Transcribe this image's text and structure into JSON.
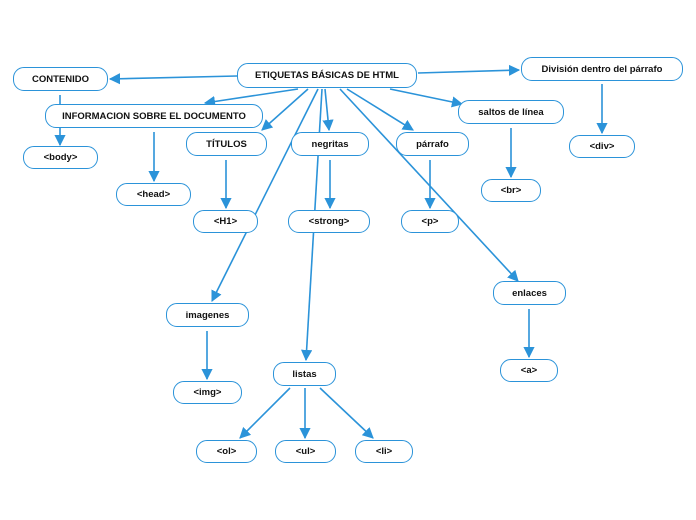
{
  "nodes": {
    "root": "ETIQUETAS BÁSICAS DE HTML",
    "contenido": "CONTENIDO",
    "body": "<body>",
    "info": "INFORMACION SOBRE EL DOCUMENTO",
    "head": "<head>",
    "titulos": "TÍTULOS",
    "h1": "<H1>",
    "negritas": "negritas",
    "strong": "<strong>",
    "parrafo": "párrafo",
    "p": "<p>",
    "saltos": "saltos de línea",
    "br": "<br>",
    "division": "División dentro del párrafo",
    "div": "<div>",
    "imagenes": "imagenes",
    "img": "<img>",
    "listas": "listas",
    "ol": "<ol>",
    "ul": "<ul>",
    "li": "<li>",
    "enlaces": "enlaces",
    "a": "<a>"
  },
  "style": {
    "line_color": "#2b93d9"
  }
}
